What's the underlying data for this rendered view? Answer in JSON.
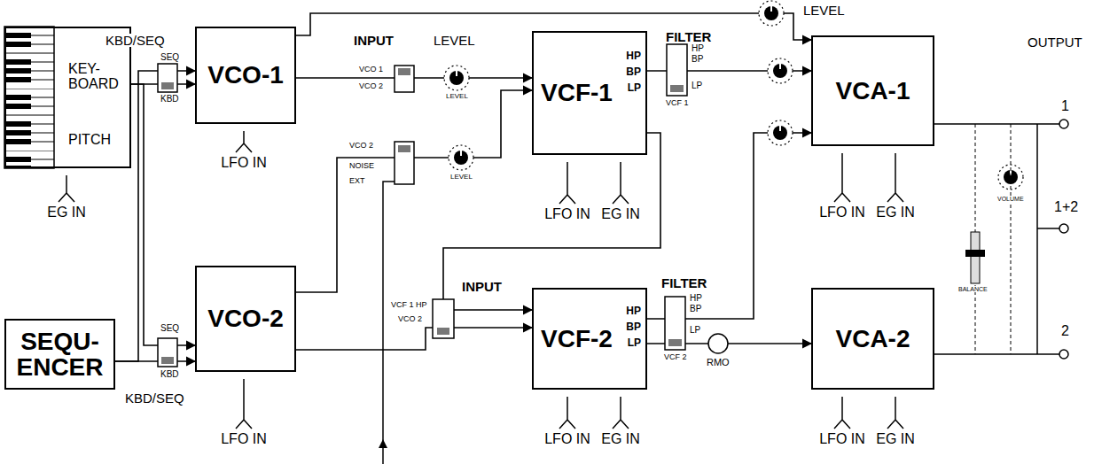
{
  "diagram": {
    "nodes": [
      {
        "text": [
          "KEY- BOARD",
          "PITCH"
        ]
      },
      {
        "text": [
          "VCO-1"
        ]
      },
      {
        "text": [
          "VCF-1",
          "HP",
          "BP",
          "LP"
        ]
      },
      {
        "text": [
          "VCA-1"
        ]
      },
      {
        "text": [
          "SEQU- ENCER"
        ]
      },
      {
        "text": [
          "VCO-2"
        ]
      },
      {
        "text": [
          "VCF-2",
          "HP",
          "BP",
          "LP"
        ]
      },
      {
        "text": [
          "VCA-2"
        ]
      }
    ],
    "edges": [
      {
        "from": 0,
        "to": 1,
        "arrow": "to"
      },
      {
        "from": 0,
        "to": 5,
        "arrow": "to"
      },
      {
        "from": 4,
        "to": 1,
        "arrow": "to"
      },
      {
        "from": 4,
        "to": 5,
        "arrow": "to"
      },
      {
        "from": 1,
        "to": 3,
        "arrow": "to"
      },
      {
        "from": 1,
        "to": 2,
        "arrow": "to"
      },
      {
        "from": 5,
        "to": 2,
        "arrow": "to"
      },
      {
        "from": 5,
        "to": 6,
        "arrow": "to"
      },
      {
        "from": 2,
        "to": 6,
        "arrow": "to"
      },
      {
        "from": 2,
        "to": 3,
        "arrow": "to"
      },
      {
        "from": 6,
        "to": 3,
        "arrow": "to"
      },
      {
        "from": 6,
        "to": 7,
        "arrow": "to"
      }
    ],
    "labels": [
      "KBD/SEQ",
      "SEQ",
      "KBD",
      "INPUT",
      "LEVEL",
      "VCO 1",
      "VCO 2",
      "LEVEL",
      "VCO 2",
      "NOISE",
      "EXT",
      "LEVEL",
      "FILTER",
      "HP",
      "BP",
      "LP",
      "VCF 1",
      "LEVEL",
      "OUTPUT",
      "1",
      "LFO IN",
      "EG IN",
      "LFO IN",
      "EG IN",
      "LFO IN",
      "EG IN",
      "VOLUME",
      "1+2",
      "BALANCE",
      "INPUT",
      "VCF 1 HP",
      "VCO 2",
      "FILTER",
      "HP",
      "BP",
      "LP",
      "SEQ",
      "KBD",
      "KBD/SEQ",
      "VCF 2",
      "RMO",
      "2",
      "LFO IN",
      "LFO IN",
      "EG IN",
      "LFO IN",
      "EG IN"
    ]
  }
}
